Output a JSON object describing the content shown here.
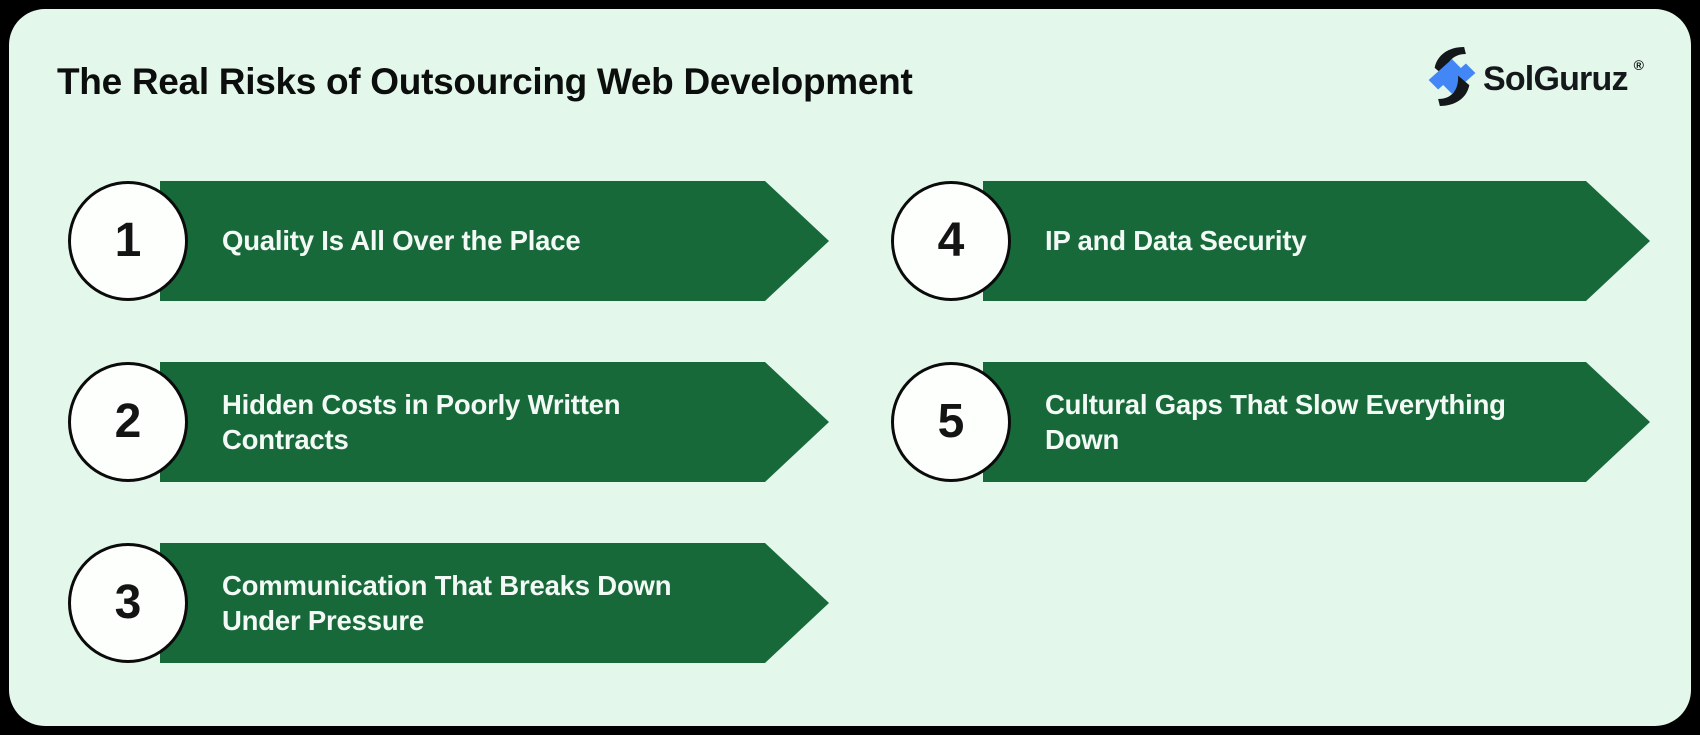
{
  "header": {
    "title": "The Real Risks of Outsourcing Web Development",
    "brand": {
      "name": "SolGuruz",
      "registered": "®",
      "icon": "solguruz-lightning-s-icon"
    }
  },
  "items": [
    {
      "number": "1",
      "lines": [
        "Quality Is All Over the Place"
      ],
      "col": "left",
      "row": 0
    },
    {
      "number": "2",
      "lines": [
        "Hidden Costs in Poorly Written Contracts"
      ],
      "col": "left",
      "row": 1
    },
    {
      "number": "3",
      "lines": [
        "Communication That Breaks Down",
        "Under Pressure"
      ],
      "col": "left",
      "row": 2
    },
    {
      "number": "4",
      "lines": [
        "IP and Data Security"
      ],
      "col": "right",
      "row": 0
    },
    {
      "number": "5",
      "lines": [
        "Cultural Gaps That Slow Everything Down"
      ],
      "col": "right",
      "row": 1
    }
  ],
  "colors": {
    "card_bg": "#e3f7eb",
    "frame": "#000000",
    "banner_green": "#17693a",
    "banner_text": "#f3faf6",
    "circle_fill": "#fdfffd",
    "circle_border": "#0b0b0b",
    "number_color": "#141414",
    "title_color": "#0b0e0c",
    "logo_blue": "#4386f5",
    "logo_dark": "#15181b"
  }
}
